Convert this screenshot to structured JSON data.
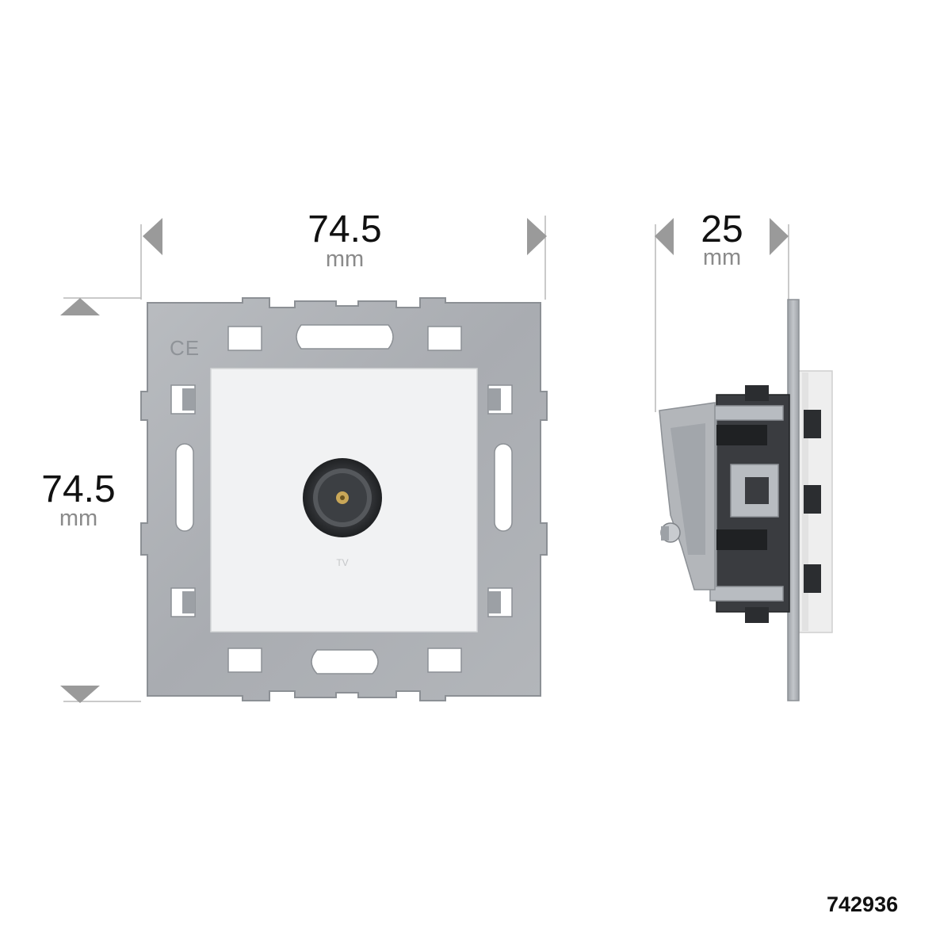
{
  "dimensions": {
    "width": {
      "value": "74.5",
      "unit": "mm"
    },
    "height": {
      "value": "74.5",
      "unit": "mm"
    },
    "depth": {
      "value": "25",
      "unit": "mm"
    }
  },
  "front_view": {
    "mark": "CE",
    "socket_label": "TV"
  },
  "product_code": "742936",
  "colors": {
    "frame_metal": "#aeb1b5",
    "frame_edge": "#8c9095",
    "faceplate": "#f1f2f3",
    "connector": "#2b2d30",
    "arrow": "#9a9a9a",
    "dim_line": "#b9b9b9"
  }
}
